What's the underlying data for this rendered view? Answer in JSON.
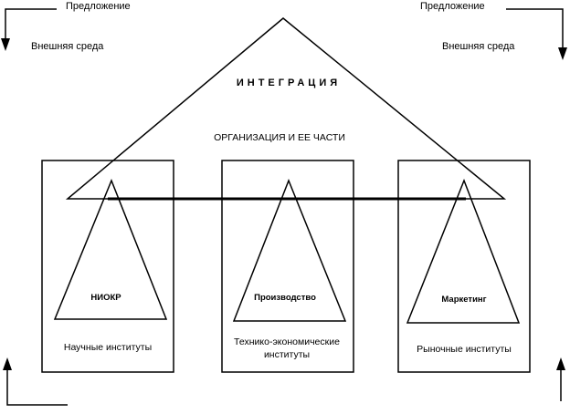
{
  "diagram": {
    "top_left_label": "Предложение",
    "top_right_label": "Предложение",
    "env_left_label": "Внешняя среда",
    "env_right_label": "Внешняя среда",
    "integration_label": "ИНТЕГРАЦИЯ",
    "org_label": "ОРГАНИЗАЦИЯ И ЕЕ ЧАСТИ",
    "columns": [
      {
        "triangle_label": "НИОКР",
        "institute_label": "Научные институты"
      },
      {
        "triangle_label": "Производство",
        "institute_label_line1": "Технико-экономические",
        "institute_label_line2": "институты"
      },
      {
        "triangle_label": "Маркетинг",
        "institute_label": "Рыночные институты"
      }
    ]
  }
}
